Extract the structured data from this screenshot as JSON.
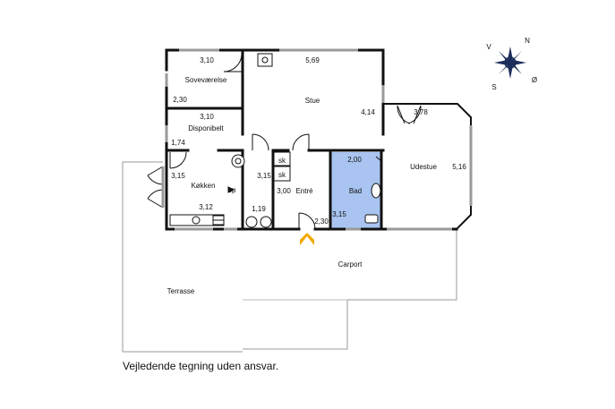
{
  "colors": {
    "bath": "#a9c4f0",
    "arrow": "#f2a900",
    "wall": "#111111",
    "window": "#a0a0a0"
  },
  "rooms": {
    "sov": {
      "name": "Soveværelse",
      "w": "3,10",
      "d": "2,30"
    },
    "stue": {
      "name": "Stue",
      "w": "5,69",
      "d": "4,14"
    },
    "disp": {
      "name": "Disponibelt",
      "w": "3,10",
      "d": "1,74"
    },
    "kok": {
      "name": "Køkken",
      "w": "3,15",
      "d": "3,12",
      "op": "op"
    },
    "gang": {
      "w": "3,15",
      "d": "1,19"
    },
    "sk1": "sk",
    "sk2": "sk",
    "entre": {
      "name": "Entré",
      "w": "3,00",
      "d": "2,30"
    },
    "bad": {
      "name": "Bad",
      "w": "2,00",
      "d": "3,15"
    },
    "udestue": {
      "name": "Udestue",
      "w": "3,78",
      "d": "5,16"
    },
    "carport": {
      "name": "Carport"
    },
    "terrasse": {
      "name": "Terrasse"
    }
  },
  "compass": {
    "n": "N",
    "v": "V",
    "s": "S",
    "o": "Ø"
  },
  "disclaimer": "Vejledende tegning uden ansvar."
}
